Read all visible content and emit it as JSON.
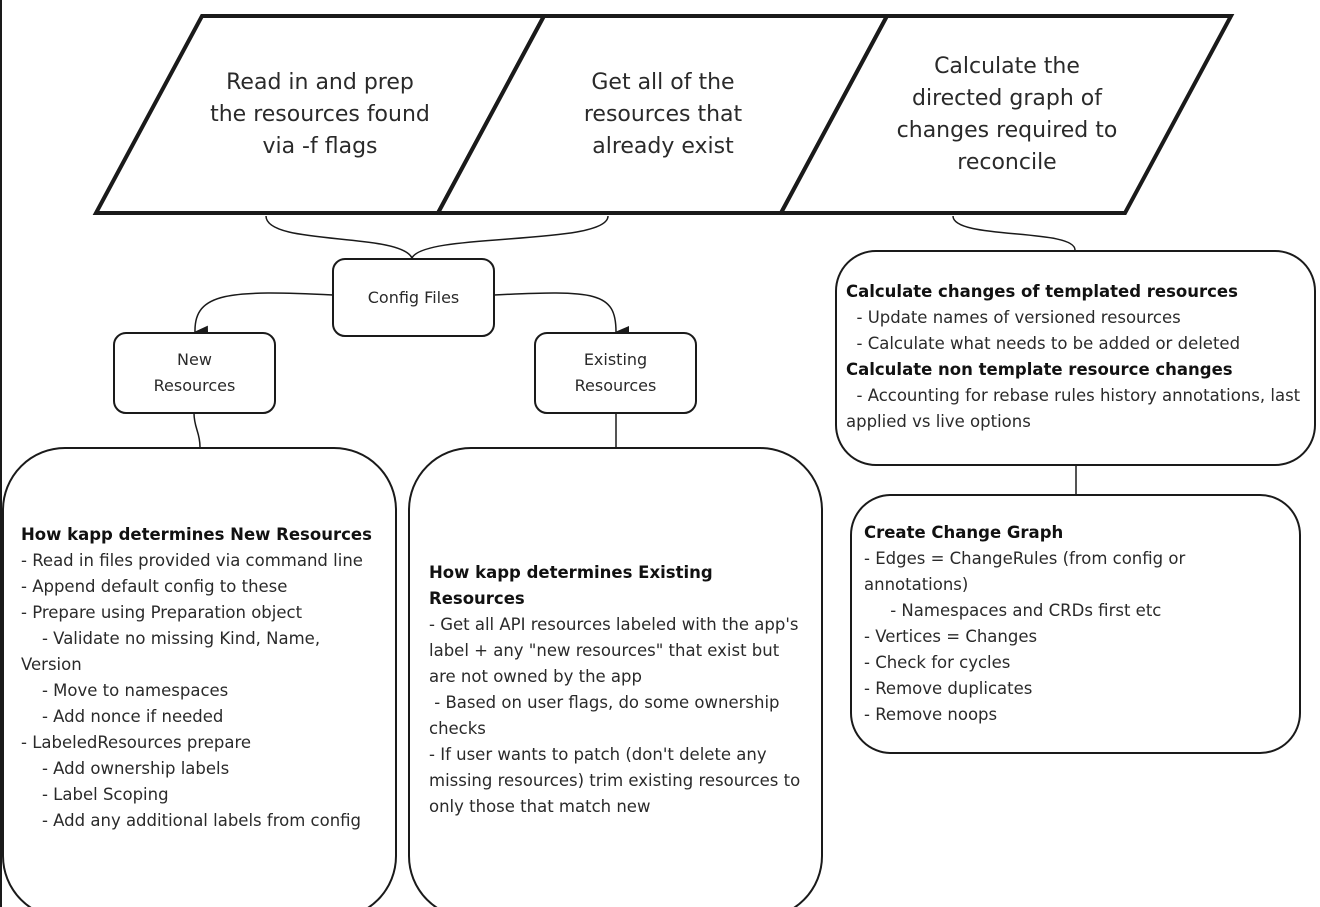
{
  "colors": {
    "stroke": "#1a1a1a",
    "text": "#2a2a2a",
    "background": "#ffffff"
  },
  "steps": [
    {
      "lines": [
        "Read in and prep",
        "the resources found",
        "via -f flags"
      ]
    },
    {
      "lines": [
        "Get all of the",
        "resources that",
        "already exist"
      ]
    },
    {
      "lines": [
        "Calculate the",
        "directed graph of",
        "changes required to",
        "reconcile"
      ]
    }
  ],
  "config_files": {
    "label": "Config Files"
  },
  "new_resources_box": {
    "lines": [
      "New",
      "Resources"
    ]
  },
  "existing_resources_box": {
    "lines": [
      "Existing",
      "Resources"
    ]
  },
  "new_panel": {
    "title": "How kapp determines New Resources",
    "lines": [
      "- Read in files provided via command line",
      "- Append default config to these",
      "- Prepare using Preparation object",
      "    - Validate no missing Kind, Name, Version",
      "    - Move to namespaces",
      "    - Add nonce if needed",
      "- LabeledResources prepare",
      "    - Add ownership labels",
      "    - Label Scoping",
      "    - Add any additional labels from config"
    ]
  },
  "existing_panel": {
    "title": "How kapp determines Existing Resources",
    "lines": [
      "- Get all API resources labeled with the app's label + any \"new resources\" that exist but are not owned by the app",
      " - Based on user flags, do some ownership checks",
      "- If user wants to patch (don't delete any missing resources) trim existing resources to only those that match new"
    ]
  },
  "calc_panel": {
    "sections": [
      {
        "title": "Calculate changes of templated resources",
        "lines": [
          "  - Update names of versioned resources",
          "  - Calculate what needs to be added or deleted"
        ]
      },
      {
        "title": "Calculate non template resource changes",
        "lines": [
          "  - Accounting for rebase rules history annotations, last applied vs live options"
        ]
      }
    ]
  },
  "graph_panel": {
    "title": "Create Change Graph",
    "lines": [
      "- Edges = ChangeRules (from config or annotations)",
      "     - Namespaces and CRDs first etc",
      "- Vertices = Changes",
      "- Check for cycles",
      "- Remove duplicates",
      "- Remove noops"
    ]
  }
}
